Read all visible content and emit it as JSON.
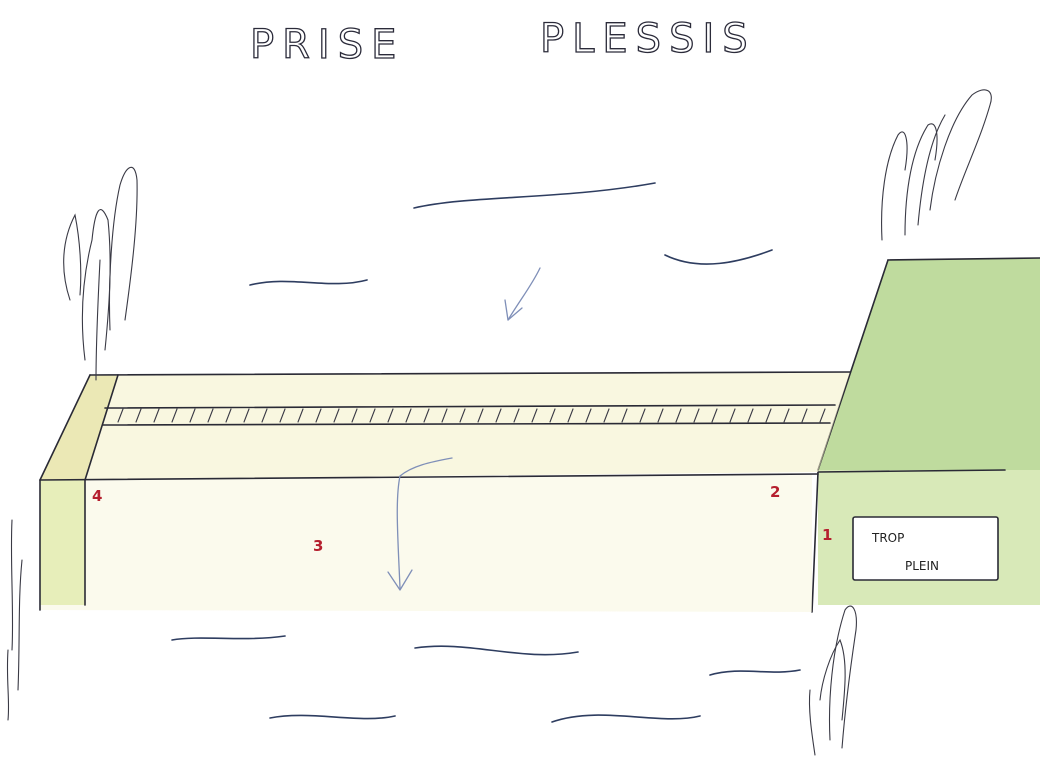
{
  "title": {
    "word1": "PRISE",
    "word2": "PLESSIS"
  },
  "markers": [
    "1",
    "2",
    "3",
    "4"
  ],
  "box": {
    "line1": "TROP",
    "line2": "PLEIN"
  },
  "colors": {
    "ink": "#2a2a35",
    "water": "#2e3d60",
    "marker": "#b51f2e",
    "grass": "#a9cf7e",
    "yellow_wash": "#f1ecb8"
  }
}
